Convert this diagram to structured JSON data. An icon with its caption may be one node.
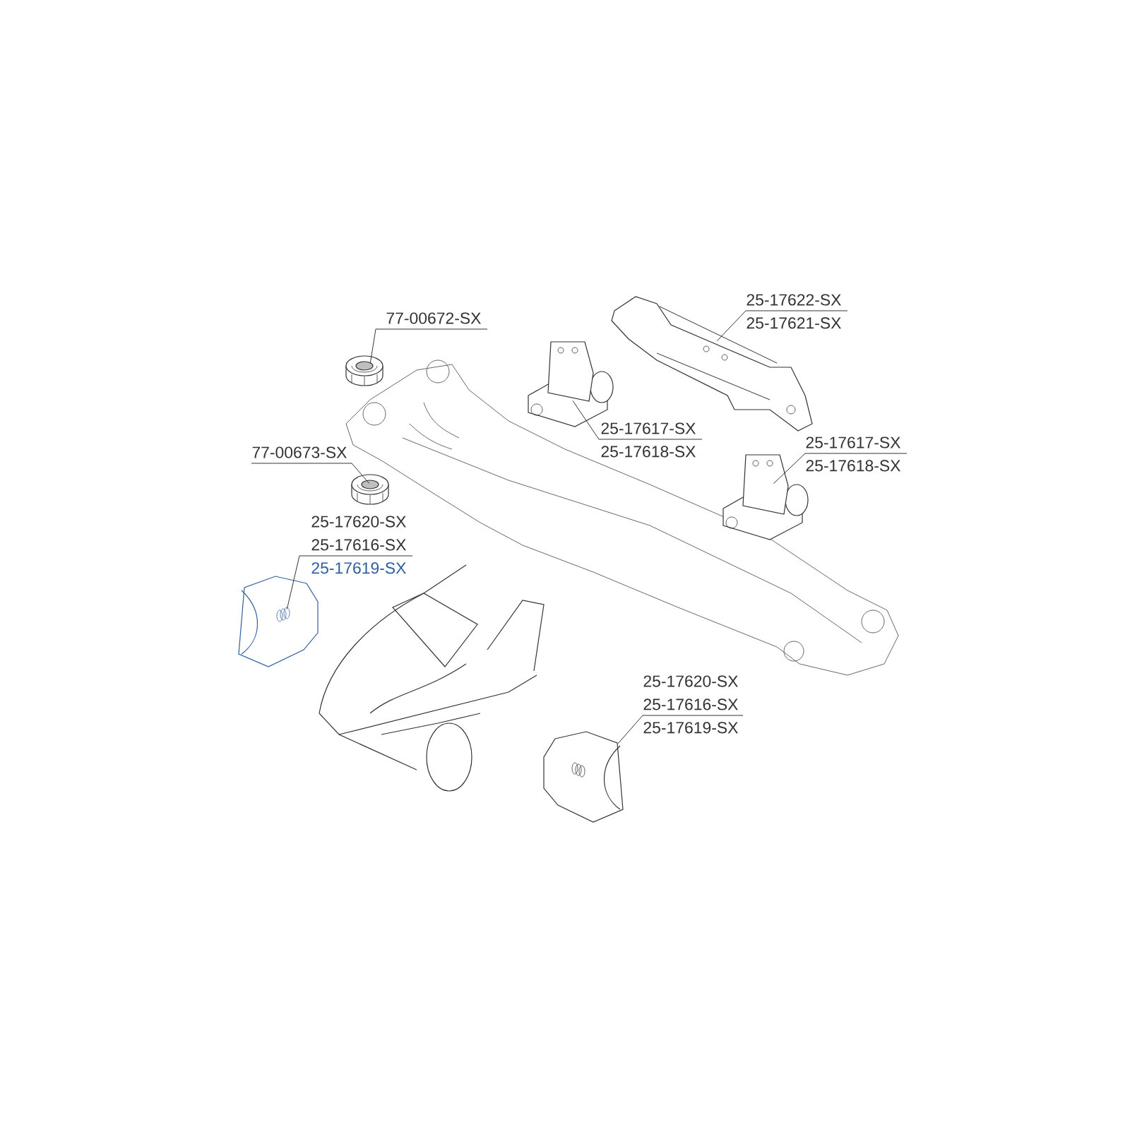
{
  "diagram": {
    "nodes": [
      {
        "text": [
          "77-00672-SX"
        ]
      },
      {
        "text": [],
        "shape": "picture"
      },
      {
        "text": [
          "25-17622-SX",
          "25-17621-SX"
        ]
      },
      {
        "text": [],
        "shape": "picture"
      },
      {
        "text": [
          "25-17617-SX",
          "25-17618-SX"
        ]
      },
      {
        "text": [],
        "shape": "picture"
      },
      {
        "text": [
          "25-17617-SX",
          "25-17618-SX"
        ]
      },
      {
        "text": [],
        "shape": "picture"
      },
      {
        "text": [
          "77-00673-SX"
        ]
      },
      {
        "text": [],
        "shape": "picture"
      },
      {
        "text": [
          "25-17620-SX",
          "25-17616-SX",
          "25-17619-SX"
        ]
      },
      {
        "text": [],
        "shape": "picture"
      },
      {
        "text": [
          "25-17620-SX",
          "25-17616-SX",
          "25-17619-SX"
        ]
      },
      {
        "text": [],
        "shape": "picture"
      }
    ],
    "edges": [
      {
        "from": 0,
        "to": 1,
        "arrow": "none"
      },
      {
        "from": 2,
        "to": 3,
        "arrow": "none"
      },
      {
        "from": 4,
        "to": 5,
        "arrow": "none"
      },
      {
        "from": 6,
        "to": 7,
        "arrow": "none"
      },
      {
        "from": 8,
        "to": 9,
        "arrow": "none"
      },
      {
        "from": 10,
        "to": 11,
        "arrow": "none"
      },
      {
        "from": 12,
        "to": 13,
        "arrow": "none"
      }
    ]
  }
}
